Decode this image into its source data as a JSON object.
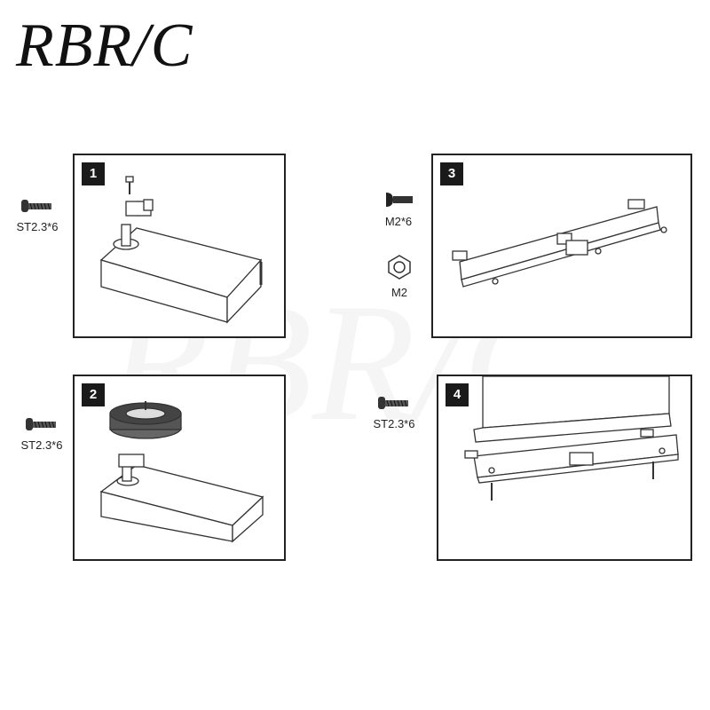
{
  "brand": {
    "logo": "RBR/C"
  },
  "steps": [
    {
      "number": "1",
      "part_label": "ST2.3*6"
    },
    {
      "number": "2",
      "part_label": "ST2.3*6"
    },
    {
      "number": "3",
      "part_labels": [
        "M2*6",
        "M2"
      ]
    },
    {
      "number": "4",
      "part_label": "ST2.3*6"
    }
  ]
}
